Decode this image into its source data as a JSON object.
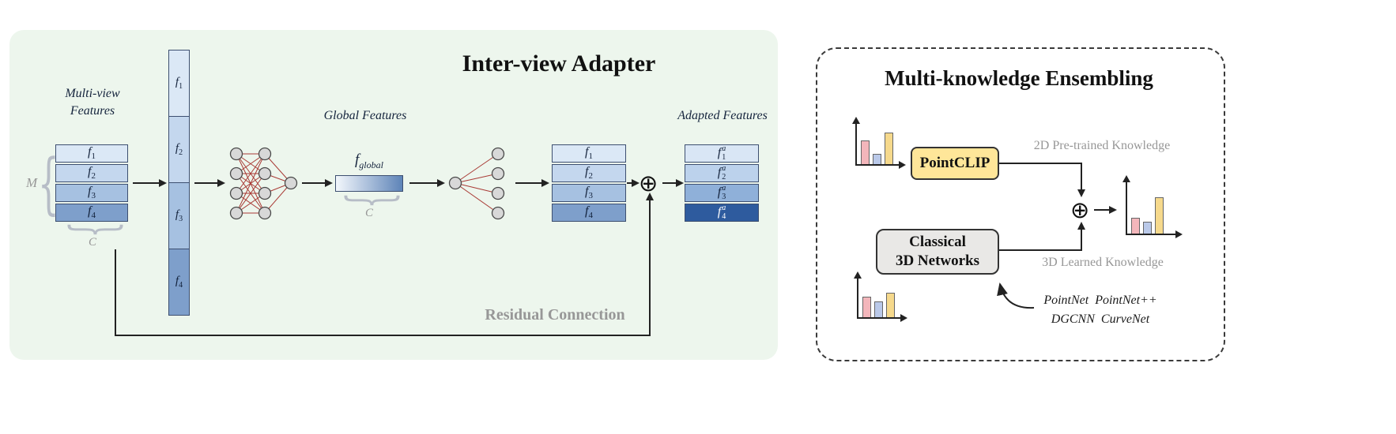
{
  "interview": {
    "title": "Inter-view Adapter",
    "multiview_features": {
      "line1": "Multi-view",
      "line2": "Features"
    },
    "m_label": "M",
    "c_label": "C",
    "brace_glyph": "{",
    "input_rows": [
      {
        "base": "f",
        "sub": "1",
        "color": "#dbe8f6",
        "text": "#15243d"
      },
      {
        "base": "f",
        "sub": "2",
        "color": "#c4d7ee",
        "text": "#15243d"
      },
      {
        "base": "f",
        "sub": "3",
        "color": "#a6c1e1",
        "text": "#15243d"
      },
      {
        "base": "f",
        "sub": "4",
        "color": "#7e9fcb",
        "text": "#11203a"
      }
    ],
    "global": {
      "label": "Global Features",
      "base": "f",
      "sub": "global",
      "c_label": "C",
      "gradient_from": "#f3f7fc",
      "gradient_to": "#5e84b8"
    },
    "plus": "⊕",
    "adapted": {
      "label": "Adapted Features",
      "rows": [
        {
          "base": "f",
          "sub": "1",
          "sup": "a",
          "color": "#d9e6f5",
          "text": "#15243d"
        },
        {
          "base": "f",
          "sub": "2",
          "sup": "a",
          "color": "#bcd2ec",
          "text": "#15243d"
        },
        {
          "base": "f",
          "sub": "3",
          "sup": "a",
          "color": "#8fb0d9",
          "text": "#11203a"
        },
        {
          "base": "f",
          "sub": "4",
          "sup": "a",
          "color": "#2e5b9e",
          "text": "#ffffff"
        }
      ]
    },
    "residual_label": "Residual Connection"
  },
  "ensembling": {
    "title": "Multi-knowledge Ensembling",
    "pointclip": {
      "label": "PointCLIP",
      "bg": "#ffe699"
    },
    "classical": {
      "line1": "Classical",
      "line2": "3D Networks",
      "bg": "#e9e8e6"
    },
    "knowledge_2d": "2D Pre-trained Knowledge",
    "knowledge_3d": "3D Learned Knowledge",
    "plus": "⊕",
    "networks": {
      "line1": "PointNet  PointNet++",
      "line2": "DGCNN  CurveNet"
    },
    "charts": {
      "bar_colors": [
        "#f3b6bb",
        "#bac9e9",
        "#f6d98c"
      ],
      "top_left": [
        "30px",
        "13px",
        "40px"
      ],
      "bottom_left": [
        "26px",
        "20px",
        "31px"
      ],
      "output": [
        "20px",
        "15px",
        "46px"
      ]
    }
  },
  "colors": {
    "left_panel_bg": "#edf6ed",
    "row_border": "#3d4f70",
    "nn_node_fill": "#d8d8d8",
    "nn_edge": "#a93b36",
    "arrow": "#222222",
    "gray_text": "#979797"
  }
}
